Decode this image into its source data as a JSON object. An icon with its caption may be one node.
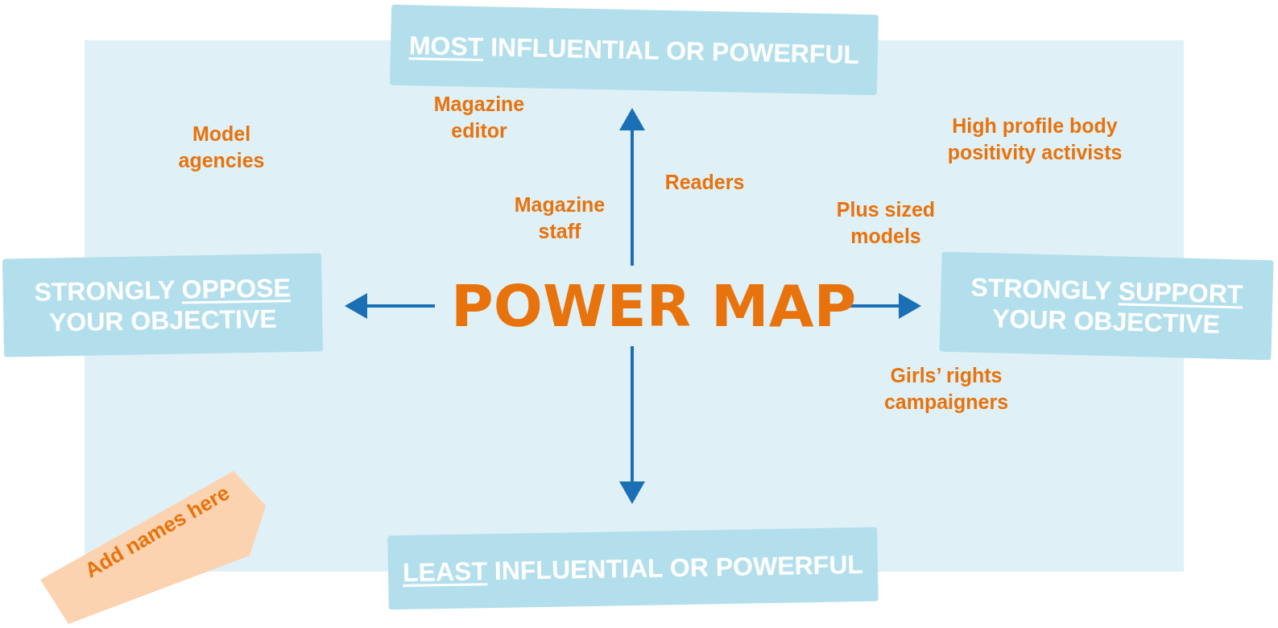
{
  "diagram": {
    "title": "POWER MAP",
    "nodes": [
      {
        "text": [
          "MOST INFLUENTIAL OR POWERFUL"
        ]
      },
      {
        "text": [
          "STRONGLY OPPOSE YOUR OBJECTIVE"
        ]
      },
      {
        "text": [
          "STRONGLY SUPPORT YOUR OBJECTIVE"
        ]
      },
      {
        "text": [
          "LEAST INFLUENTIAL OR POWERFUL"
        ]
      },
      {
        "text": [
          "Add names here"
        ]
      }
    ],
    "edges": [],
    "labels": [
      "Magazine editor",
      "Model agencies",
      "High profile body positivity activists",
      "Readers",
      "Magazine staff",
      "Plus sized models",
      "Girls’ rights campaigners"
    ]
  }
}
